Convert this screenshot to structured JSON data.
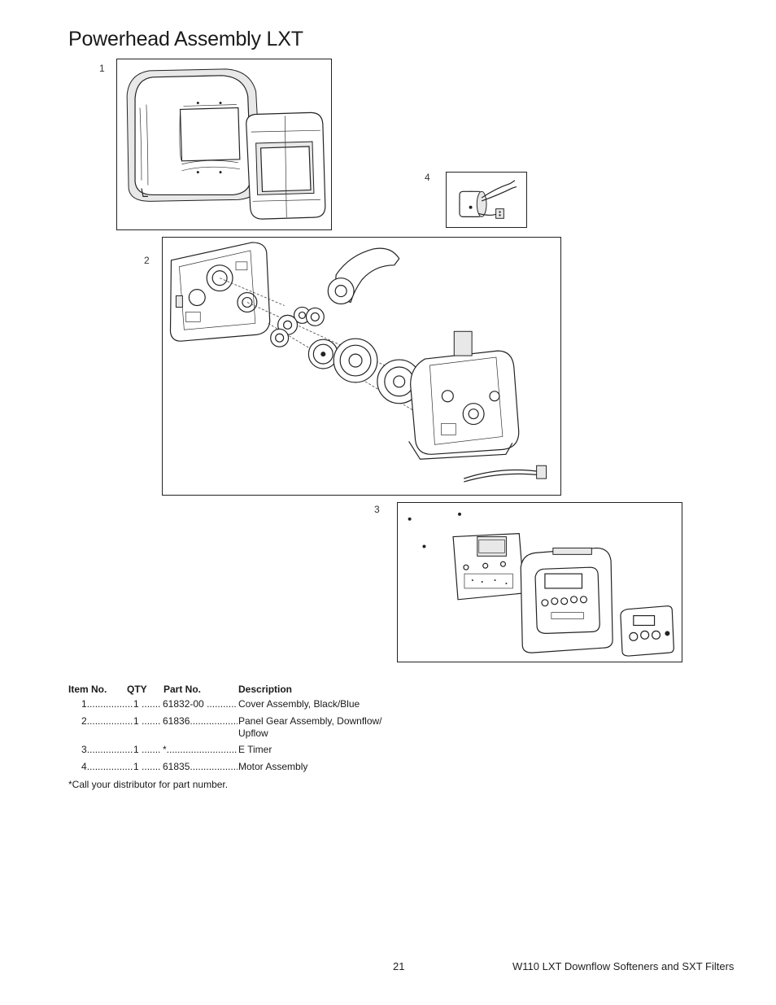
{
  "page": {
    "title": "Powerhead Assembly LXT",
    "page_number": "21",
    "footer_text": "W110 LXT Downflow Softeners and SXT Filters"
  },
  "callouts": {
    "item1": "1",
    "item2": "2",
    "item3": "3",
    "item4": "4"
  },
  "parts_table": {
    "headers": {
      "item": "Item No.",
      "qty": "QTY",
      "part": "Part No.",
      "description": "Description"
    },
    "rows": [
      {
        "item": "1",
        "qty": "1",
        "part": "61832-00",
        "description": "Cover Assembly, Black/Blue"
      },
      {
        "item": "2",
        "qty": "1",
        "part": "61836",
        "description": "Panel Gear Assembly, Downflow/ Upflow"
      },
      {
        "item": "3",
        "qty": "1",
        "part": "*",
        "description": "E Timer"
      },
      {
        "item": "4",
        "qty": "1",
        "part": "61835",
        "description": "Motor Assembly"
      }
    ],
    "footnote": "*Call your distributor for part number."
  }
}
